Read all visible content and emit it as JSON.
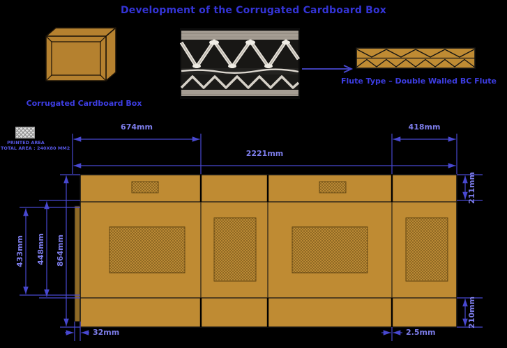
{
  "title": "Development of the Corrugated Cardboard Box",
  "box_3d": {
    "label": "Corrugated Cardboard Box"
  },
  "flute_diagram": {
    "label": "Flute Type – Double Walled BC Flute"
  },
  "legend": {
    "swatch": "printed-area-hatch",
    "line1": "PRINTED AREA",
    "line2": "TOTAL AREA : 240X80 MM2"
  },
  "dimensions": {
    "left_panel_width": "674mm",
    "total_width": "2221mm",
    "end_panel_width": "418mm",
    "top_flap_height": "211mm",
    "bottom_flap_height": "210mm",
    "inner_panel_height": "433mm",
    "panel_height": "448mm",
    "total_height": "864mm",
    "glue_flap_width": "32mm",
    "slot_width": "2.5mm"
  },
  "colors": {
    "background": "#000000",
    "cardboard": "#bf8b33",
    "glue_flap": "#8f6a26",
    "outline": "#141414",
    "dimension_line": "#4848d0",
    "dimension_text": "#7d7dea",
    "title_text": "#3434d6"
  }
}
